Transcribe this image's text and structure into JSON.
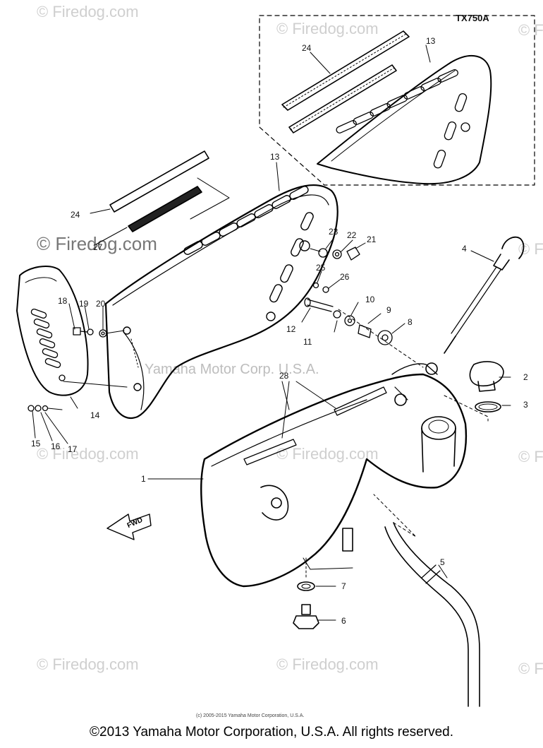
{
  "model_label": "TX750A",
  "watermark": "© Firedog.com",
  "center_watermark": "Yamaha Motor Corp. U.S.A.",
  "small_copyright": "(c) 2005-2015 Yamaha Motor Corporation, U.S.A.",
  "footer": "©2013 Yamaha Motor Corporation, U.S.A. All rights reserved.",
  "fwd": "FWD",
  "callouts": {
    "c1": "1",
    "c2": "2",
    "c3": "3",
    "c4": "4",
    "c5": "5",
    "c6": "6",
    "c7": "7",
    "c8": "8",
    "c9": "9",
    "c10": "10",
    "c11": "11",
    "c12": "12",
    "c13_top": "13",
    "c13_mid": "13",
    "c14": "14",
    "c15": "15",
    "c16": "16",
    "c17": "17",
    "c18": "18",
    "c19": "19",
    "c20": "20",
    "c21": "21",
    "c22": "22",
    "c23": "23",
    "c24_top": "24",
    "c24_mid": "24",
    "c25": "25",
    "c26": "26",
    "c27": "27",
    "c28": "28"
  }
}
